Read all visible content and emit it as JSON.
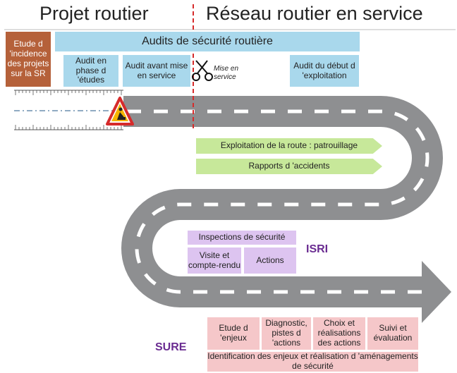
{
  "header": {
    "left_title": "Projet routier",
    "right_title": "Réseau routier en service"
  },
  "audits": {
    "banner": "Audits de sécurité routière",
    "etude_incidence": "Etude d 'incidence des projets sur la SR",
    "phase_etudes": "Audit en phase d 'études",
    "avant_mise_service": "Audit avant mise en service",
    "mise_en_service": "Mise en service",
    "debut_exploitation": "Audit du début d 'exploitation"
  },
  "exploitation": {
    "patrouillage": "Exploitation de la route : patrouillage",
    "rapports": "Rapports d 'accidents"
  },
  "isri": {
    "label": "ISRI",
    "inspections": "Inspections de sécurité",
    "visite": "Visite et compte-rendu",
    "actions": "Actions"
  },
  "sure": {
    "label": "SURE",
    "etude_enjeux": "Etude d 'enjeux",
    "diagnostic": "Diagnostic, pistes d 'actions",
    "choix": "Choix et réalisations des actions",
    "suivi": "Suivi et évaluation",
    "identification": "Identification des enjeux et réalisation d 'aménagements de sécurité"
  },
  "colors": {
    "road": "#8e8f91",
    "dash": "#ffffff",
    "divider": "#d62b2b",
    "blue_box": "#a9d8ec",
    "brown_box": "#b5613a",
    "green_box": "#c7e89a",
    "purple_box": "#ddc4f0",
    "pink_box": "#f5c7c9",
    "isri_text": "#6a2c91",
    "sure_text": "#6a2c91"
  },
  "icons": [
    "roadwork-sign-icon",
    "scissors-icon",
    "ruler-icon"
  ]
}
